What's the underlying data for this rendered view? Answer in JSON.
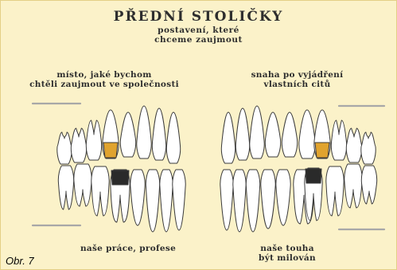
{
  "title": "PŘEDNÍ STOLIČKY",
  "subtitle_line1": "postavení, které",
  "subtitle_line2": "chceme zaujmout",
  "labels": {
    "top_left_line1": "místo, jaké bychom",
    "top_left_line2": "chtěli zaujmout ve společnosti",
    "top_right_line1": "snaha po vyjádření",
    "top_right_line2": "vlastních citů",
    "bottom_left": "naše práce, profese",
    "bottom_right_line1": "naše touha",
    "bottom_right_line2": "být milován"
  },
  "figure_caption": "Obr. 7",
  "colors": {
    "background": "#fbf2c9",
    "highlight_upper": "#e0a32e",
    "highlight_lower": "#2a2a2a",
    "outline": "#3a3a3a",
    "small_text": "#9a9a9a"
  }
}
